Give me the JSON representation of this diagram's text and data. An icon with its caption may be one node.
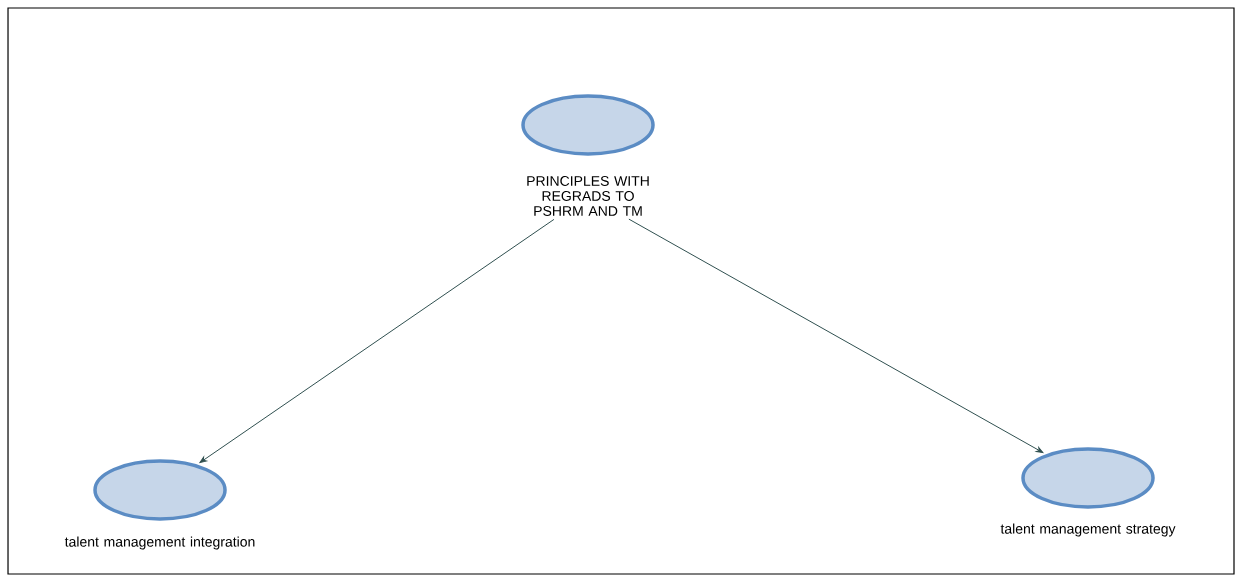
{
  "diagram": {
    "nodes": [
      {
        "text": [
          "PRINCIPLES WITH REGRADS TO PSHRM AND TM"
        ]
      },
      {
        "text": [
          "talent management integration"
        ]
      },
      {
        "text": [
          "talent management strategy"
        ]
      }
    ],
    "edges": [
      {
        "from": 0,
        "to": 1,
        "arrow": "to"
      },
      {
        "from": 0,
        "to": 2,
        "arrow": "to"
      }
    ]
  }
}
